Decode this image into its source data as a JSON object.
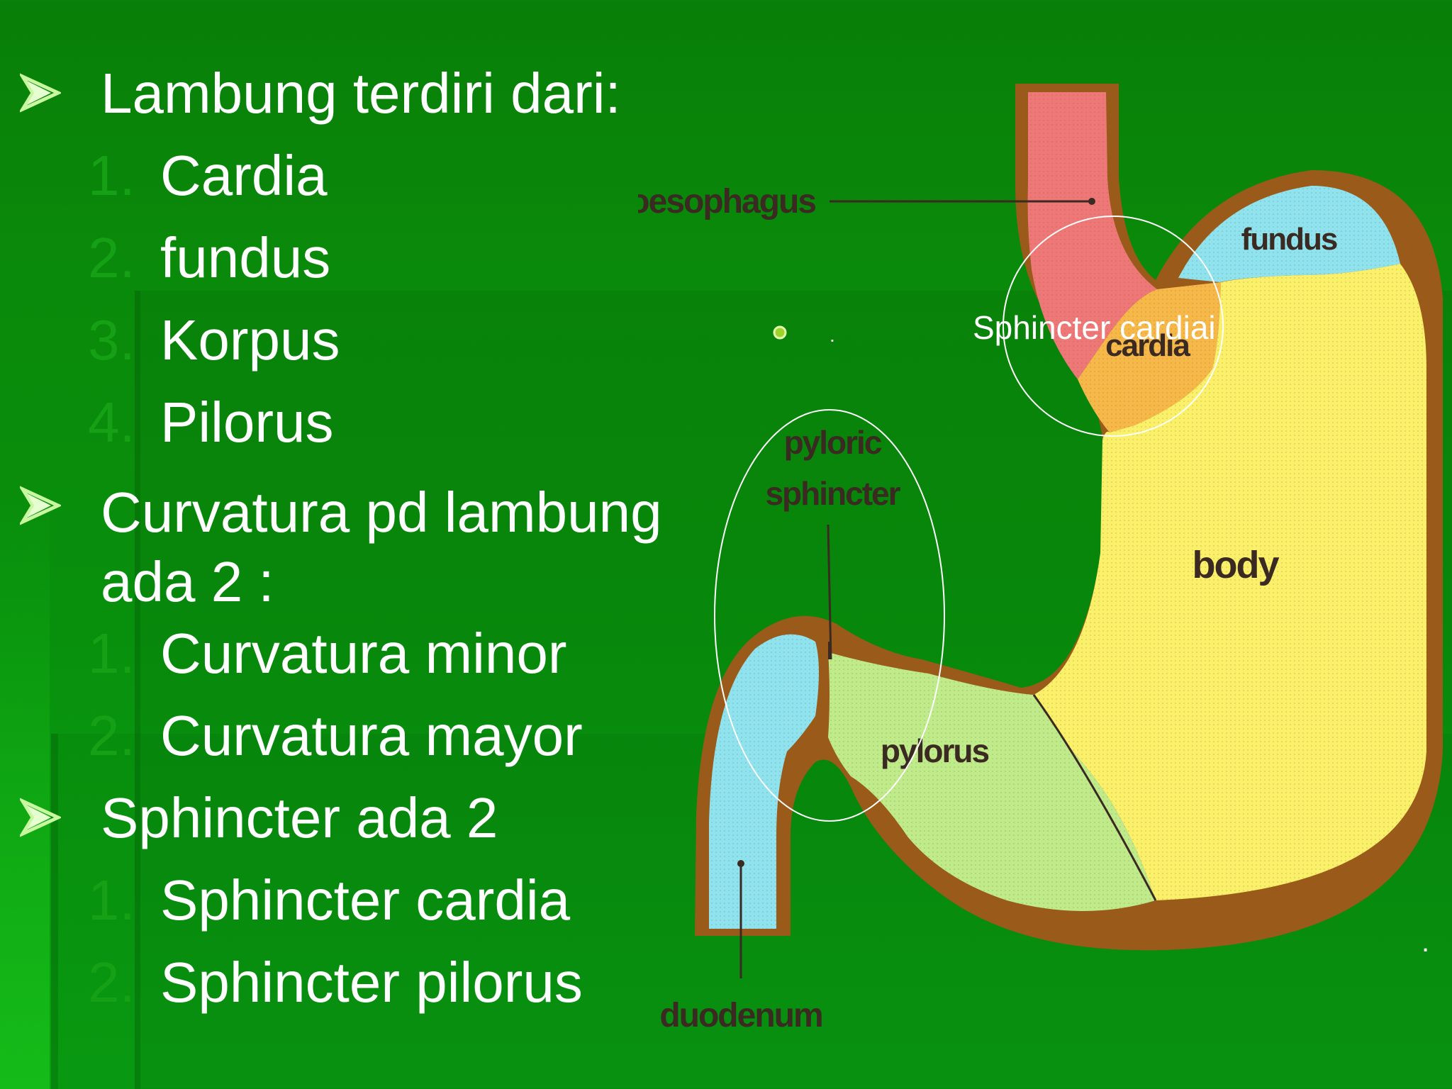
{
  "slide": {
    "bullets": [
      {
        "text": "Lambung terdiri dari:",
        "items": [
          "Cardia",
          " fundus",
          "Korpus",
          "Pilorus"
        ]
      },
      {
        "text": "Curvatura pd lambung ada 2 :",
        "items": [
          "Curvatura minor",
          "Curvatura mayor"
        ]
      },
      {
        "text": "Sphincter ada 2",
        "items": [
          "Sphincter cardia",
          "Sphincter pilorus"
        ]
      }
    ],
    "numbers": [
      "1.",
      "2.",
      "3.",
      "4."
    ]
  },
  "diagram": {
    "labels": {
      "oesophagus": "oesophagus",
      "fundus": "fundus",
      "cardia": "cardia",
      "body": "body",
      "pylorus": "pylorus",
      "pyloric_sphincter_line1": "pyloric",
      "pyloric_sphincter_line2": "sphincter",
      "duodenum": "duodenum"
    },
    "overlay_label": "Sphincter  cardiai",
    "small_mark": "."
  },
  "colors": {
    "background": "#0a8a0a",
    "number_color": "#16a016",
    "oesophagus": "#ee7777",
    "fundus": "#8fe3ee",
    "cardia": "#f7b84a",
    "body": "#fbf06a",
    "pylorus": "#bfeb8a",
    "duodenum": "#8fe3ee",
    "wall": "#9a5a1a"
  }
}
